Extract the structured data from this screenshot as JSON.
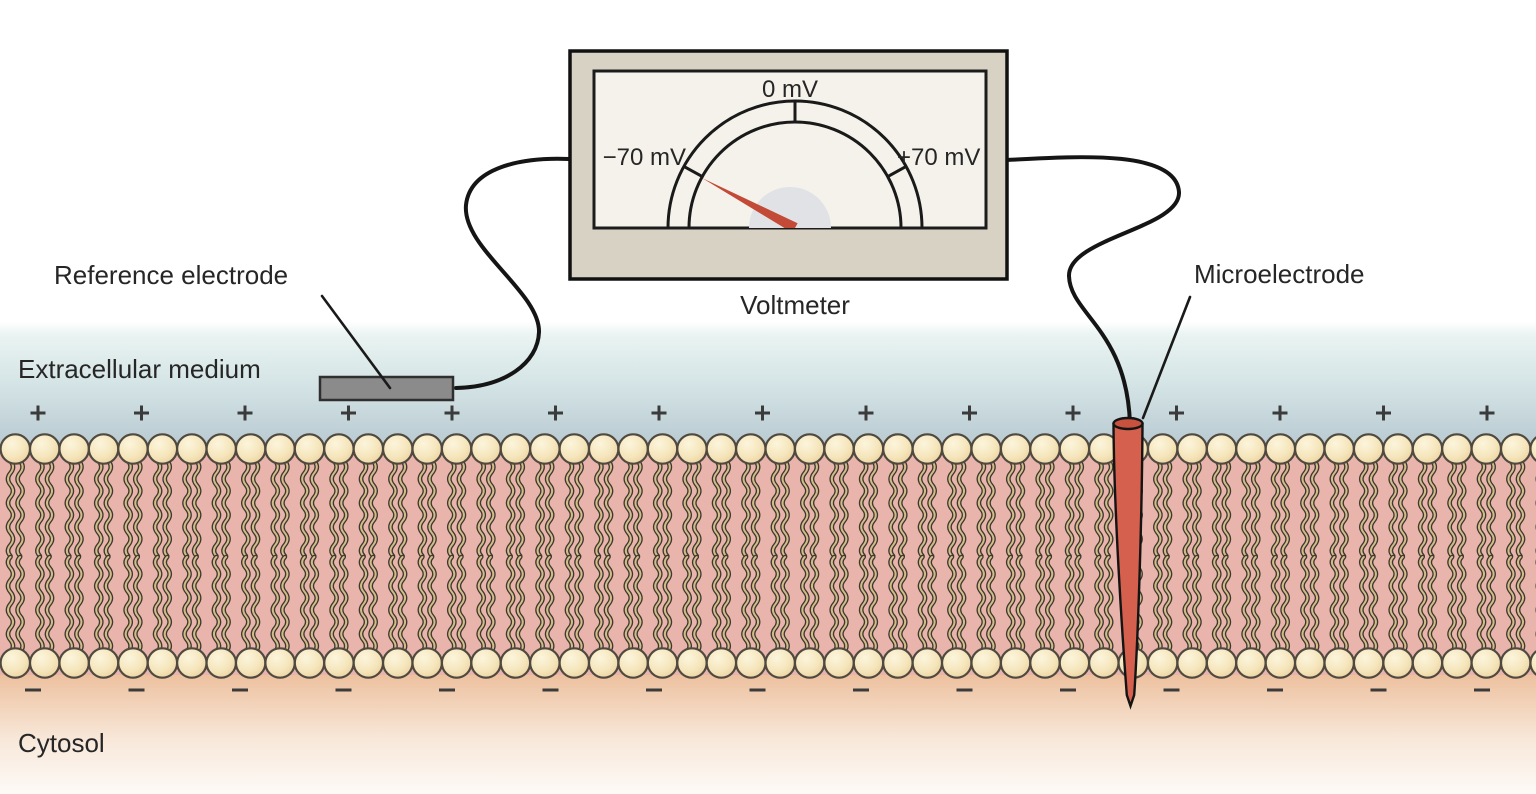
{
  "labels": {
    "extracellular": "Extracellular medium",
    "cytosol": "Cytosol",
    "reference_electrode": "Reference electrode",
    "microelectrode": "Microelectrode",
    "voltmeter": "Voltmeter"
  },
  "voltmeter": {
    "scale_left": "−70 mV",
    "scale_center": "0 mV",
    "scale_right": "+70 mV",
    "reading_mv": -70
  },
  "membrane": {
    "charge_top_symbol": "+",
    "charge_bottom_symbol": "−",
    "plus_count": 15,
    "minus_count": 15,
    "lipid_count": 53
  },
  "colors": {
    "voltmeter_case": "#d8d2c4",
    "voltmeter_panel": "#f5f2eb",
    "needle_red": "#c24a36",
    "pivot_gray": "#e0e2e5",
    "extracellular_teal": "#b9cad2",
    "membrane_pink": "#e9b4ab",
    "cytosol_orange": "#edc19f",
    "lipid_head": "#f5e5bb",
    "electrode_gray": "#8b8b8b",
    "microelectrode_red": "#d4604d"
  }
}
